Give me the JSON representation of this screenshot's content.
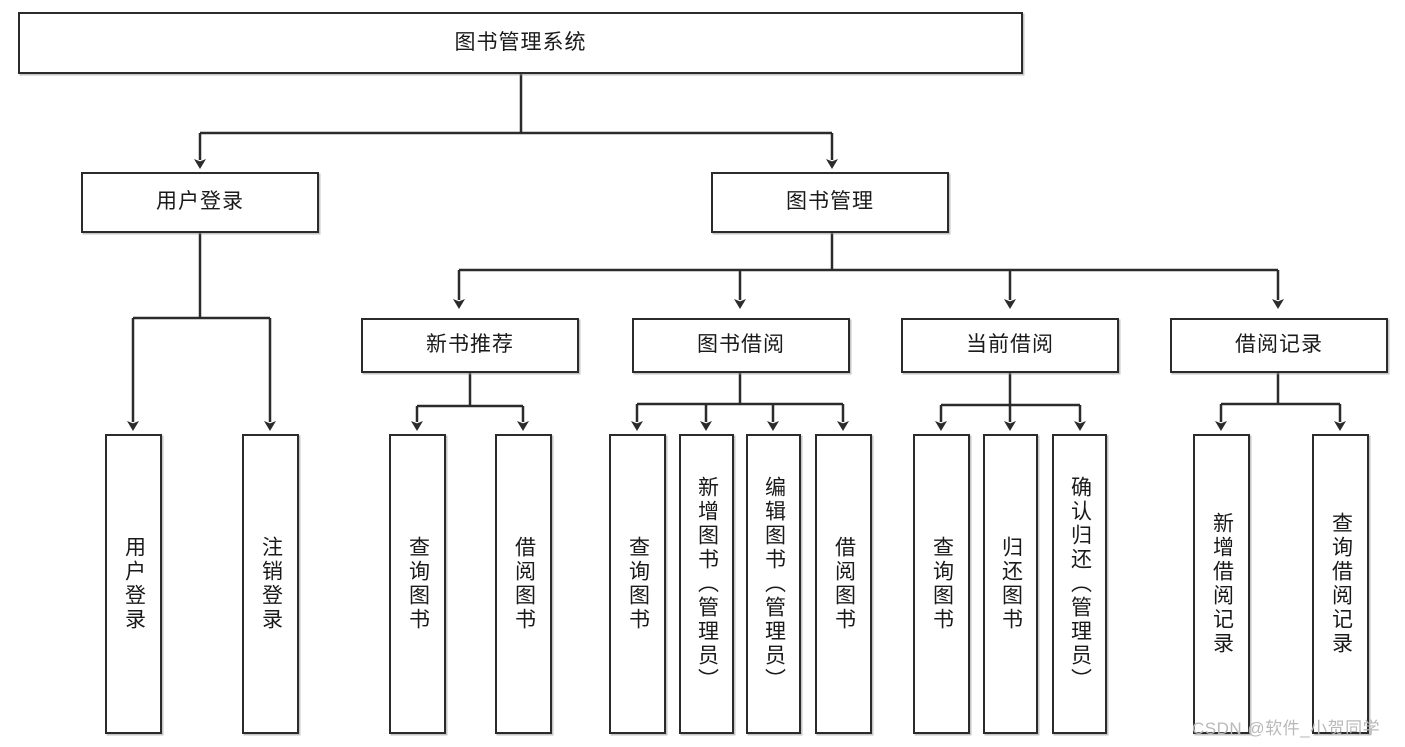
{
  "diagram": {
    "type": "tree-hierarchy-function-structure",
    "title": "图书管理系统",
    "watermark": "CSDN @软件_小贺同学",
    "colors": {
      "stroke": "#2b2b2b",
      "fill": "#ffffff",
      "text": "#1a1a1a",
      "watermark": "#b9b9b9"
    },
    "levels": {
      "root": {
        "label": "图书管理系统"
      },
      "level1": [
        {
          "label": "用户登录"
        },
        {
          "label": "图书管理"
        }
      ],
      "level2": [
        {
          "label": "新书推荐"
        },
        {
          "label": "图书借阅"
        },
        {
          "label": "当前借阅"
        },
        {
          "label": "借阅记录"
        }
      ],
      "leaves_user_login": [
        {
          "label": "用户登录"
        },
        {
          "label": "注销登录"
        }
      ],
      "leaves_new_book": [
        {
          "label": "查询图书"
        },
        {
          "label": "借阅图书"
        }
      ],
      "leaves_borrow": [
        {
          "label": "查询图书"
        },
        {
          "label": "新增图书（管理员）"
        },
        {
          "label": "编辑图书（管理员）"
        },
        {
          "label": "借阅图书"
        }
      ],
      "leaves_current": [
        {
          "label": "查询图书"
        },
        {
          "label": "归还图书"
        },
        {
          "label": "确认归还（管理员）"
        }
      ],
      "leaves_records": [
        {
          "label": "新增借阅记录"
        },
        {
          "label": "查询借阅记录"
        }
      ]
    }
  }
}
